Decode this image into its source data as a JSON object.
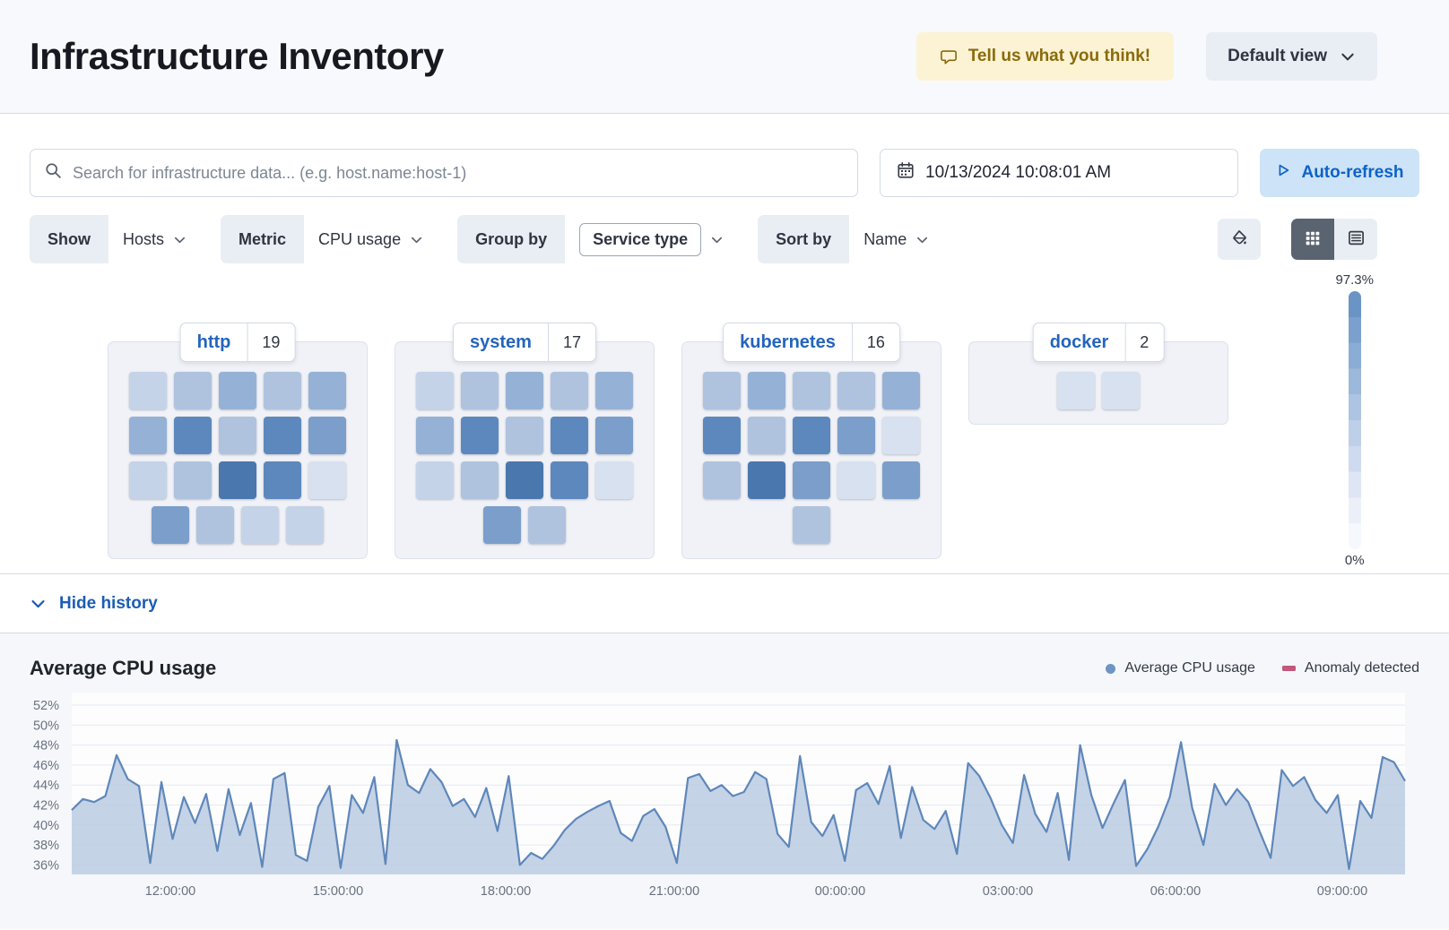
{
  "header": {
    "title": "Infrastructure Inventory",
    "feedback_label": "Tell us what you think!",
    "view_label": "Default view"
  },
  "toolbar": {
    "search_placeholder": "Search for infrastructure data... (e.g. host.name:host-1)",
    "datetime": "10/13/2024 10:08:01 AM",
    "autorefresh_label": "Auto-refresh"
  },
  "filters": {
    "show_label": "Show",
    "show_value": "Hosts",
    "metric_label": "Metric",
    "metric_value": "CPU usage",
    "groupby_label": "Group by",
    "groupby_value": "Service type",
    "sortby_label": "Sort by",
    "sortby_value": "Name"
  },
  "waffle": {
    "palette": [
      "#D7E1EF",
      "#C5D3E8",
      "#AFC3DF",
      "#96B1D6",
      "#7B9ECB",
      "#5D88BE",
      "#4A77AE"
    ],
    "groups": [
      {
        "name": "http",
        "count": "19",
        "rows": [
          [
            1,
            2,
            3,
            2,
            3
          ],
          [
            3,
            5,
            2,
            5,
            4
          ],
          [
            1,
            2,
            6,
            5,
            0
          ],
          [
            4,
            2,
            1,
            1
          ]
        ]
      },
      {
        "name": "system",
        "count": "17",
        "rows": [
          [
            1,
            2,
            3,
            2,
            3
          ],
          [
            3,
            5,
            2,
            5,
            4
          ],
          [
            1,
            2,
            6,
            5,
            0
          ],
          [
            4,
            2
          ]
        ]
      },
      {
        "name": "kubernetes",
        "count": "16",
        "rows": [
          [
            2,
            3,
            2,
            2,
            3
          ],
          [
            5,
            2,
            5,
            4,
            0
          ],
          [
            2,
            6,
            4,
            0,
            4
          ],
          [
            2
          ]
        ]
      },
      {
        "name": "docker",
        "count": "2",
        "rows": [
          [
            0,
            0
          ]
        ]
      }
    ],
    "scale": {
      "max": "97.3%",
      "min": "0%",
      "gradient": [
        "#6B94C6",
        "#7BA0CD",
        "#8BACD4",
        "#9CB8DB",
        "#ADC4E2",
        "#BECFE9",
        "#CEDAEF",
        "#DEE5F4",
        "#EBF0F8",
        "#F5F8FC"
      ]
    }
  },
  "history": {
    "toggle_label": "Hide history"
  },
  "chart_data": {
    "type": "area",
    "title": "Average CPU usage",
    "legend": [
      {
        "label": "Average CPU usage",
        "color": "#6E94C4",
        "marker": "dot"
      },
      {
        "label": "Anomaly detected",
        "color": "#C2587A",
        "marker": "bar"
      }
    ],
    "grid": true,
    "legend_position": "top-right",
    "line_color": "#5E87BA",
    "fill_color": "#B7C8E0",
    "ylim": [
      35.0,
      53.0
    ],
    "y_ticks": [
      36,
      38,
      40,
      42,
      44,
      46,
      48,
      50,
      52
    ],
    "y_tick_suffix": "%",
    "x_ticks": [
      {
        "label": "12:00:00",
        "frac": 0.074
      },
      {
        "label": "15:00:00",
        "frac": 0.1997
      },
      {
        "label": "18:00:00",
        "frac": 0.3255
      },
      {
        "label": "21:00:00",
        "frac": 0.4519
      },
      {
        "label": "00:00:00",
        "frac": 0.5763
      },
      {
        "label": "03:00:00",
        "frac": 0.7021
      },
      {
        "label": "06:00:00",
        "frac": 0.8278
      },
      {
        "label": "09:00:00",
        "frac": 0.9529
      }
    ],
    "values": [
      41.5,
      42.6,
      42.3,
      42.9,
      47.0,
      44.6,
      43.9,
      36.2,
      44.3,
      38.6,
      42.8,
      40.2,
      43.1,
      37.4,
      43.6,
      39.0,
      42.2,
      35.8,
      44.6,
      45.2,
      37.0,
      36.4,
      41.8,
      43.9,
      35.7,
      43.0,
      41.2,
      44.8,
      36.1,
      48.5,
      44.0,
      43.2,
      45.6,
      44.3,
      41.9,
      42.6,
      40.8,
      43.7,
      39.4,
      44.9,
      36.0,
      37.2,
      36.6,
      37.9,
      39.5,
      40.6,
      41.3,
      41.9,
      42.4,
      39.2,
      38.4,
      40.9,
      41.6,
      39.8,
      36.2,
      44.7,
      45.1,
      43.4,
      44.0,
      42.9,
      43.3,
      45.3,
      44.6,
      39.1,
      37.8,
      46.9,
      40.3,
      38.9,
      41.0,
      36.4,
      43.5,
      44.2,
      42.1,
      45.9,
      38.7,
      43.8,
      40.5,
      39.6,
      41.4,
      37.1,
      46.2,
      44.9,
      42.7,
      40.0,
      38.2,
      45.0,
      41.1,
      39.3,
      43.2,
      36.5,
      48.0,
      43.0,
      39.7,
      42.2,
      44.5,
      35.9,
      37.6,
      39.9,
      42.8,
      48.3,
      41.7,
      38.0,
      44.1,
      42.0,
      43.6,
      42.3,
      39.4,
      36.7,
      45.5,
      43.9,
      44.8,
      42.5,
      41.2,
      43.0,
      35.6,
      42.4,
      40.7,
      46.8,
      46.3,
      44.4
    ]
  }
}
